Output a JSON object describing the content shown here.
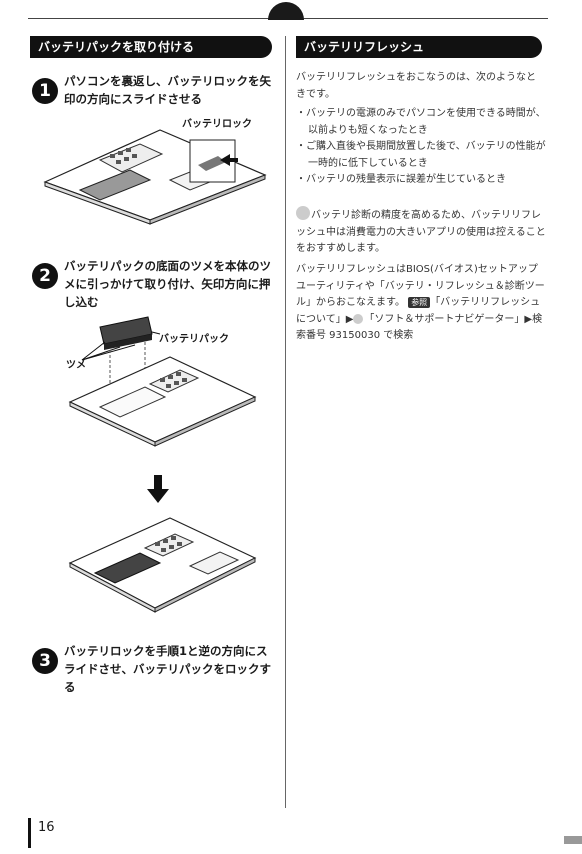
{
  "left": {
    "header": "バッテリパックを取り付ける",
    "steps": [
      {
        "num": "1",
        "text": "パソコンを裏返し、バッテリロックを矢印の方向にスライドさせる"
      },
      {
        "num": "2",
        "text": "バッテリパックの底面のツメを本体のツメに引っかけて取り付け、矢印方向に押し込む"
      },
      {
        "num": "3",
        "text": "バッテリロックを手順1と逆の方向にスライドさせ、バッテリパックをロックする"
      }
    ],
    "labels": {
      "battery_lock": "バッテリロック",
      "battery_pack": "バッテリパック",
      "tsume": "ツメ"
    }
  },
  "right": {
    "header": "バッテリリフレッシュ",
    "intro": "バッテリリフレッシュをおこなうのは、次のようなときです。",
    "bullets": [
      "バッテリの電源のみでパソコンを使用できる時間が、以前よりも短くなったとき",
      "ご購入直後や長期間放置した後で、バッテリの性能が一時的に低下しているとき",
      "バッテリの残量表示に誤差が生じているとき"
    ],
    "note": "バッテリ診断の精度を高めるため、バッテリリフレッシュ中は消費電力の大きいアプリの使用は控えることをおすすめします。",
    "body1": "バッテリリフレッシュはBIOS(バイオス)セットアップユーティリティや「バッテリ・リフレッシュ＆診断ツール」からおこなえます。",
    "ref_badge": "参照",
    "body2": "「バッテリリフレッシュについて」▶",
    "body3": "「ソフト＆サポートナビゲーター」▶検索番号 93150030 で検索"
  },
  "page_number": "16"
}
